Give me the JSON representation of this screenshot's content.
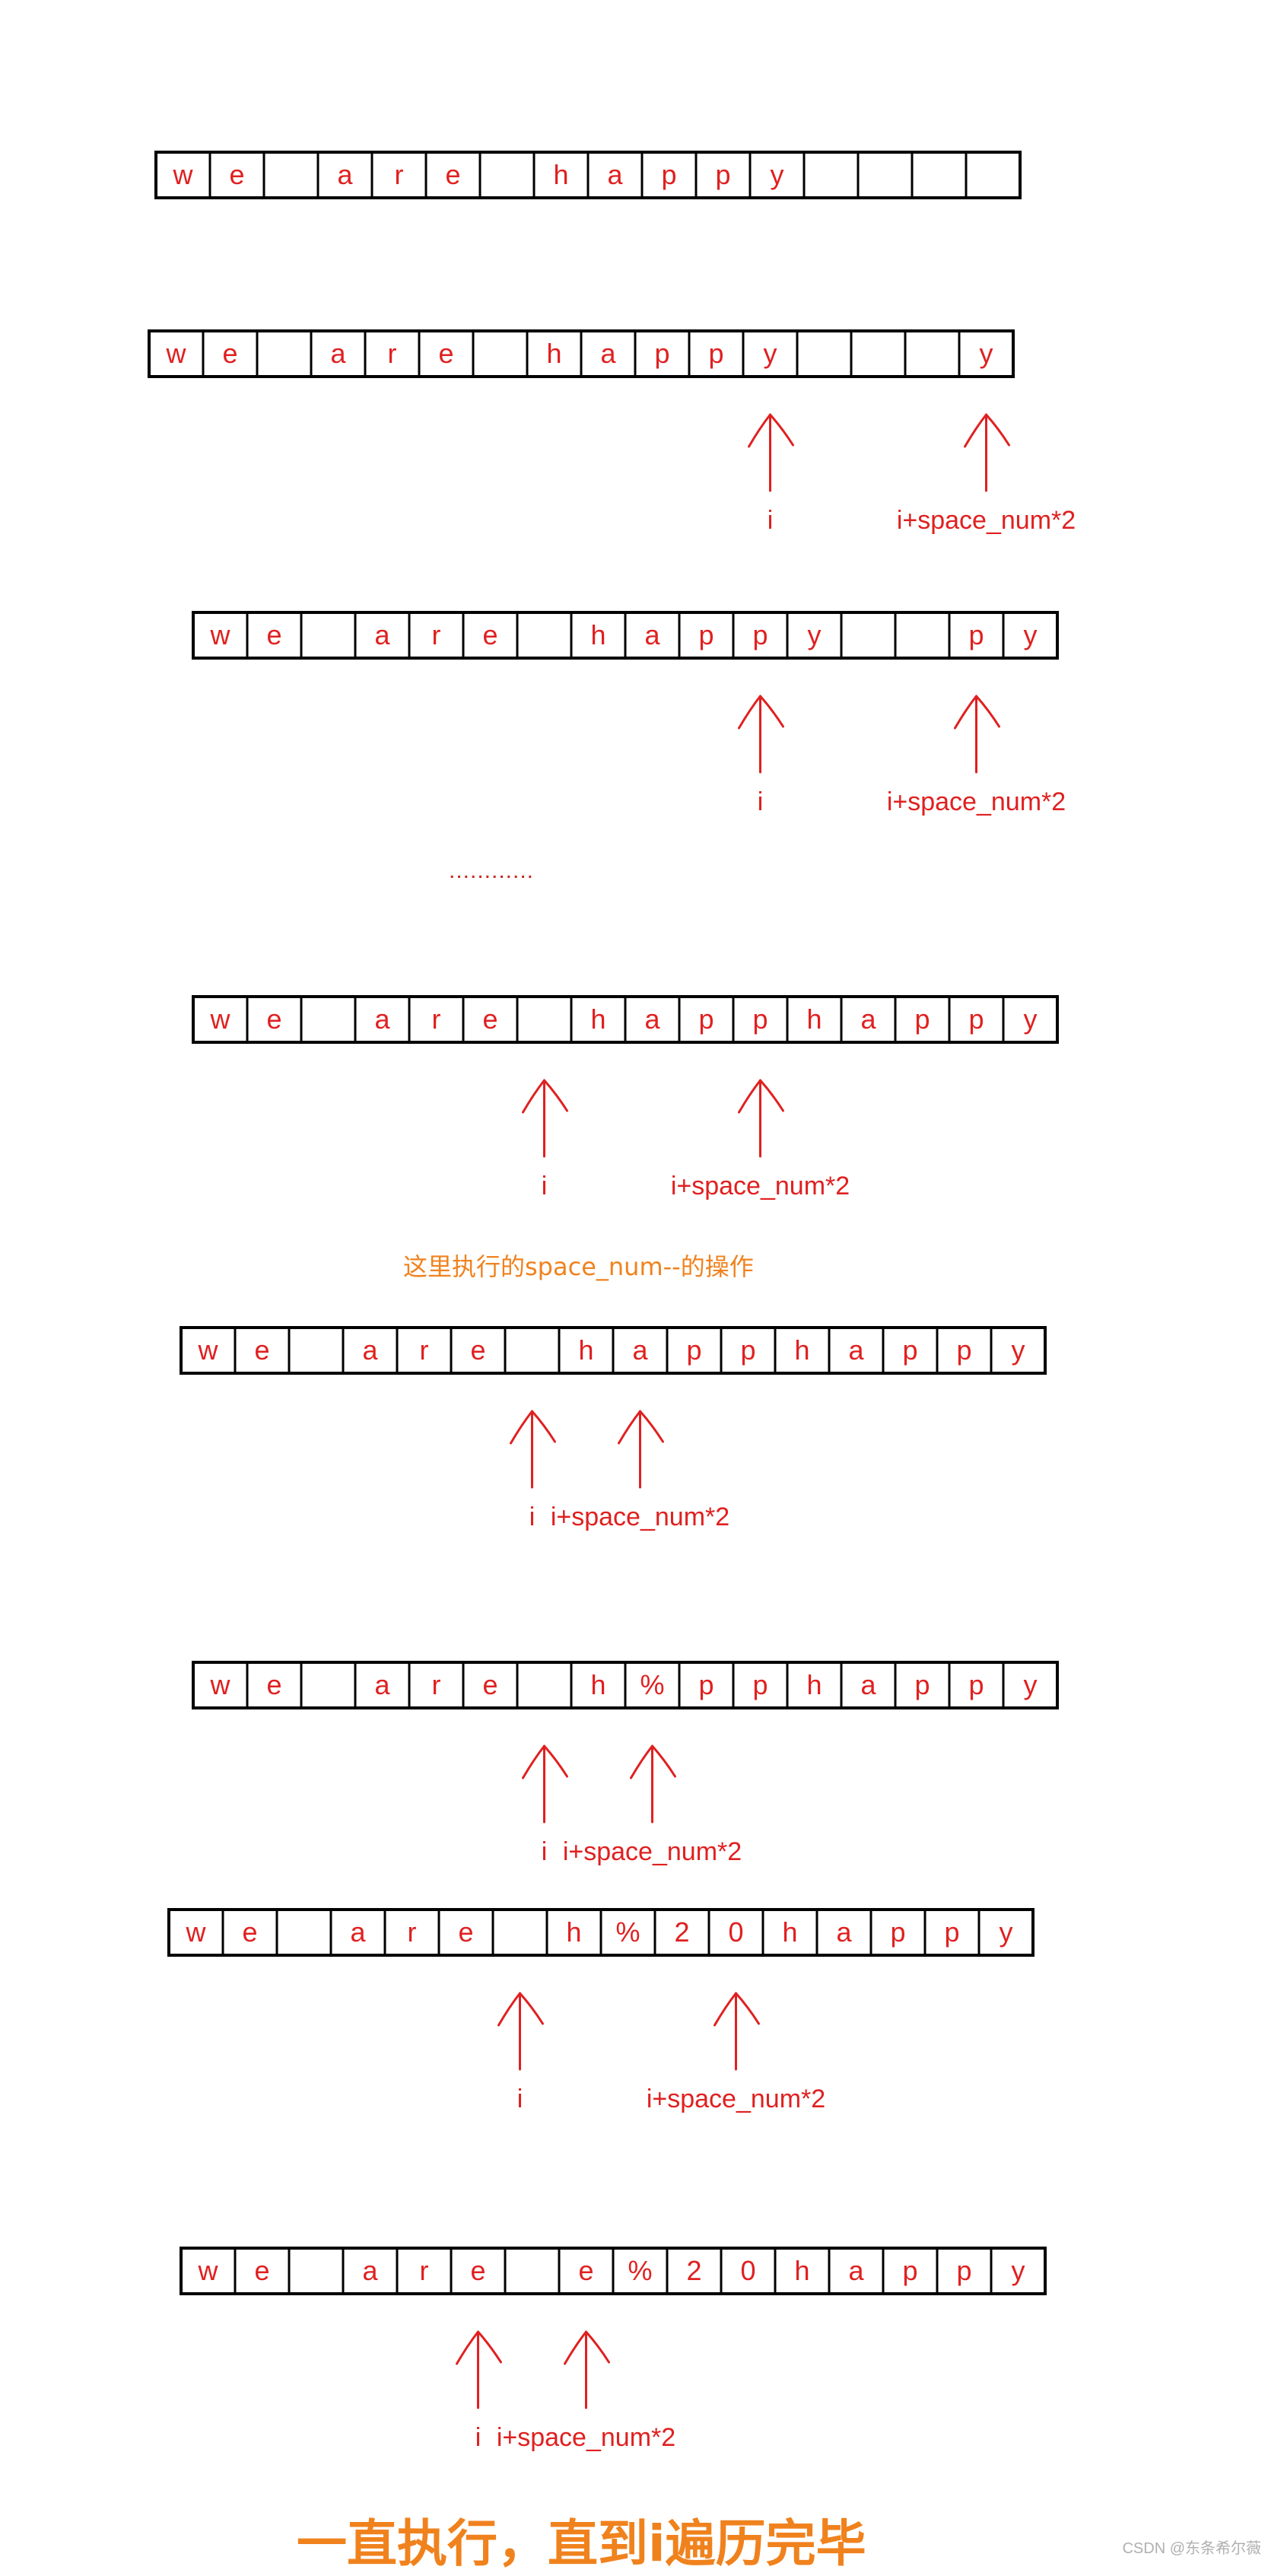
{
  "rows": [
    {
      "id": "row-1",
      "cells": [
        "w",
        "e",
        "",
        "a",
        "r",
        "e",
        "",
        "h",
        "a",
        "p",
        "p",
        "y",
        "",
        "",
        "",
        ""
      ],
      "pointers": []
    },
    {
      "id": "row-2",
      "cells": [
        "w",
        "e",
        "",
        "a",
        "r",
        "e",
        "",
        "h",
        "a",
        "p",
        "p",
        "y",
        "",
        "",
        "",
        "y"
      ],
      "pointers": [
        {
          "label": "i",
          "cell": 11
        },
        {
          "label": "i+space_num*2",
          "cell": 15
        }
      ]
    },
    {
      "id": "row-3",
      "cells": [
        "w",
        "e",
        "",
        "a",
        "r",
        "e",
        "",
        "h",
        "a",
        "p",
        "p",
        "y",
        "",
        "",
        "p",
        "y"
      ],
      "pointers": [
        {
          "label": "i",
          "cell": 10
        },
        {
          "label": "i+space_num*2",
          "cell": 14
        }
      ]
    },
    {
      "id": "row-4",
      "cells": [
        "w",
        "e",
        "",
        "a",
        "r",
        "e",
        "",
        "h",
        "a",
        "p",
        "p",
        "h",
        "a",
        "p",
        "p",
        "y"
      ],
      "pointers": [
        {
          "label": "i",
          "cell": 6
        },
        {
          "label": "i+space_num*2",
          "cell": 10
        }
      ]
    },
    {
      "id": "row-5",
      "cells": [
        "w",
        "e",
        "",
        "a",
        "r",
        "e",
        "",
        "h",
        "a",
        "p",
        "p",
        "h",
        "a",
        "p",
        "p",
        "y"
      ],
      "pointers": [
        {
          "label": "i",
          "cell": 6
        },
        {
          "label": "i+space_num*2",
          "cell": 8
        }
      ]
    },
    {
      "id": "row-6",
      "cells": [
        "w",
        "e",
        "",
        "a",
        "r",
        "e",
        "",
        "h",
        "%",
        "p",
        "p",
        "h",
        "a",
        "p",
        "p",
        "y"
      ],
      "pointers": [
        {
          "label": "i",
          "cell": 6
        },
        {
          "label": "i+space_num*2",
          "cell": 8
        }
      ]
    },
    {
      "id": "row-7",
      "cells": [
        "w",
        "e",
        "",
        "a",
        "r",
        "e",
        "",
        "h",
        "%",
        "2",
        "0",
        "h",
        "a",
        "p",
        "p",
        "y"
      ],
      "pointers": [
        {
          "label": "i",
          "cell": 6
        },
        {
          "label": "i+space_num*2",
          "cell": 10
        }
      ]
    },
    {
      "id": "row-8",
      "cells": [
        "w",
        "e",
        "",
        "a",
        "r",
        "e",
        "",
        "e",
        "%",
        "2",
        "0",
        "h",
        "a",
        "p",
        "p",
        "y"
      ],
      "pointers": [
        {
          "label": "i",
          "cell": 5
        },
        {
          "label": "i+space_num*2",
          "cell": 7
        }
      ]
    }
  ],
  "ellipsis": "............",
  "note_space_num": "这里执行的space_num--的操作",
  "note_final": "一直执行，直到i遍历完毕",
  "watermark": "CSDN @东条希尔薇",
  "colors": {
    "cell_text": "#e02020",
    "arrow": "#e02020",
    "note": "#f0821e",
    "cell_border": "#000000"
  }
}
